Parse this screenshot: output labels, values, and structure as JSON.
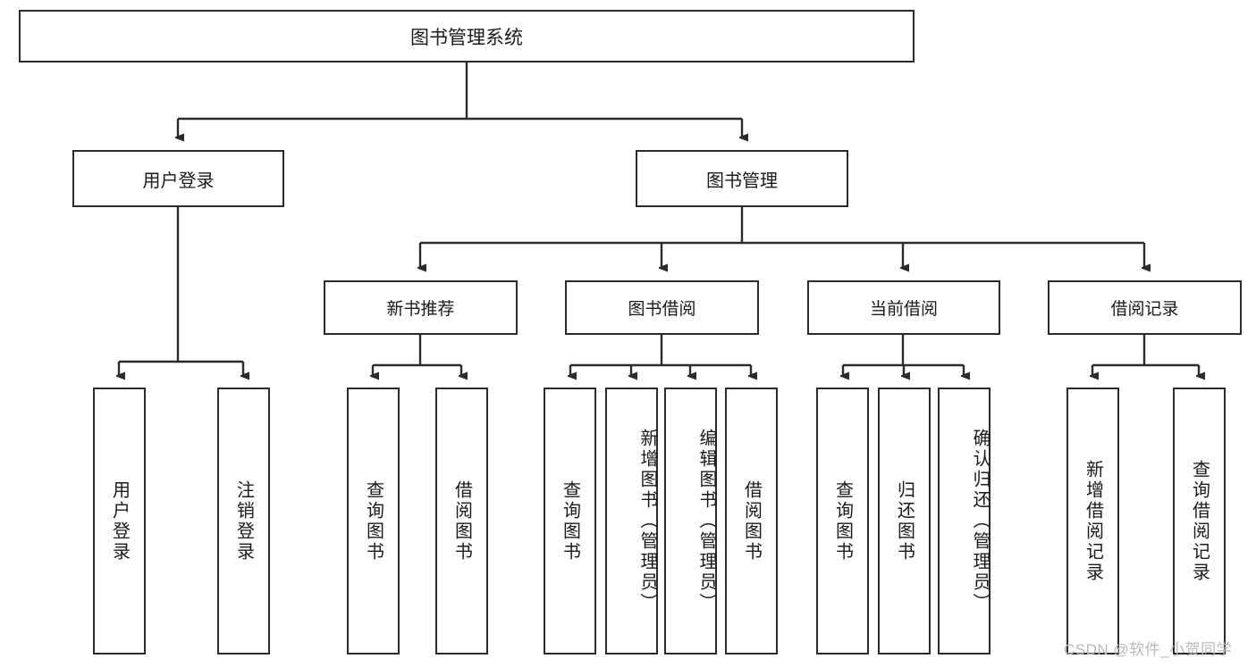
{
  "diagram": {
    "title": "图书管理系统",
    "type": "tree-hierarchy-diagram",
    "root": {
      "label": "图书管理系统"
    },
    "level2": [
      {
        "label": "用户登录"
      },
      {
        "label": "图书管理"
      }
    ],
    "level3": [
      {
        "label": "新书推荐"
      },
      {
        "label": "图书借阅"
      },
      {
        "label": "当前借阅"
      },
      {
        "label": "借阅记录"
      }
    ],
    "leaves": {
      "user_login": [
        {
          "label": "用户登录"
        },
        {
          "label": "注销登录"
        }
      ],
      "new_book_recommend": [
        {
          "label": "查询图书"
        },
        {
          "label": "借阅图书"
        }
      ],
      "book_borrow": [
        {
          "label": "查询图书"
        },
        {
          "label": "新增图书（管理员）"
        },
        {
          "label": "编辑图书（管理员）"
        },
        {
          "label": "借阅图书"
        }
      ],
      "current_borrow": [
        {
          "label": "查询图书"
        },
        {
          "label": "归还图书"
        },
        {
          "label": "确认归还（管理员）"
        }
      ],
      "borrow_record": [
        {
          "label": "新增借阅记录"
        },
        {
          "label": "查询借阅记录"
        }
      ]
    }
  },
  "watermark": {
    "text": "CSDN @软件_小贺同学"
  },
  "colors": {
    "border": "#2b2b2b",
    "background": "#ffffff",
    "text": "#1a1a1a",
    "watermark": "#b9b9b9"
  }
}
